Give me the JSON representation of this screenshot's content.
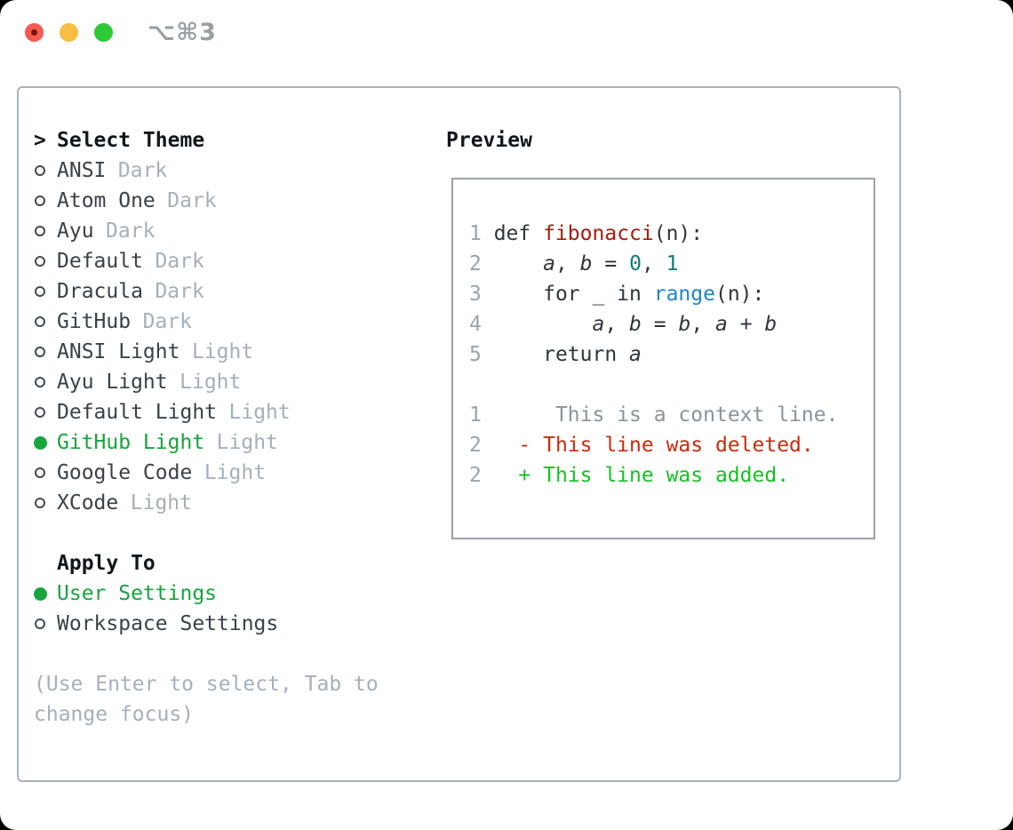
{
  "window": {
    "title_shortcut": "⌥⌘3",
    "traffic_lights": [
      "close",
      "minimize",
      "zoom"
    ]
  },
  "theme_selector": {
    "header_marker": ">",
    "header": "Select Theme",
    "items": [
      {
        "name": "ANSI",
        "tag": "Dark",
        "selected": false
      },
      {
        "name": "Atom One",
        "tag": "Dark",
        "selected": false
      },
      {
        "name": "Ayu",
        "tag": "Dark",
        "selected": false
      },
      {
        "name": "Default",
        "tag": "Dark",
        "selected": false
      },
      {
        "name": "Dracula",
        "tag": "Dark",
        "selected": false
      },
      {
        "name": "GitHub",
        "tag": "Dark",
        "selected": false
      },
      {
        "name": "ANSI Light",
        "tag": "Light",
        "selected": false
      },
      {
        "name": "Ayu Light",
        "tag": "Light",
        "selected": false
      },
      {
        "name": "Default Light",
        "tag": "Light",
        "selected": false
      },
      {
        "name": "GitHub Light",
        "tag": "Light",
        "selected": true
      },
      {
        "name": "Google Code",
        "tag": "Light",
        "selected": false
      },
      {
        "name": "XCode",
        "tag": "Light",
        "selected": false
      }
    ]
  },
  "apply_to": {
    "header": "Apply To",
    "options": [
      {
        "label": "User Settings",
        "selected": true
      },
      {
        "label": "Workspace Settings",
        "selected": false
      }
    ]
  },
  "hint_lines": [
    "(Use Enter to select, Tab to",
    "change focus)"
  ],
  "preview": {
    "header": "Preview",
    "lines": [
      {
        "tokens": [
          {
            "t": "1",
            "c": "ln"
          },
          {
            "t": " def ",
            "c": "fg"
          },
          {
            "t": "fibonacci",
            "c": "func"
          },
          {
            "t": "(n):",
            "c": "fg"
          }
        ]
      },
      {
        "tokens": [
          {
            "t": "2",
            "c": "ln"
          },
          {
            "t": "     ",
            "c": "fg"
          },
          {
            "t": "a",
            "c": "var"
          },
          {
            "t": ", ",
            "c": "fg"
          },
          {
            "t": "b",
            "c": "var"
          },
          {
            "t": " = ",
            "c": "fg"
          },
          {
            "t": "0",
            "c": "num"
          },
          {
            "t": ", ",
            "c": "fg"
          },
          {
            "t": "1",
            "c": "num"
          }
        ]
      },
      {
        "tokens": [
          {
            "t": "3",
            "c": "ln"
          },
          {
            "t": "     for _ in ",
            "c": "fg"
          },
          {
            "t": "range",
            "c": "builtin"
          },
          {
            "t": "(n):",
            "c": "fg"
          }
        ]
      },
      {
        "tokens": [
          {
            "t": "4",
            "c": "ln"
          },
          {
            "t": "         ",
            "c": "fg"
          },
          {
            "t": "a",
            "c": "var"
          },
          {
            "t": ", ",
            "c": "fg"
          },
          {
            "t": "b",
            "c": "var"
          },
          {
            "t": " = ",
            "c": "fg"
          },
          {
            "t": "b",
            "c": "var"
          },
          {
            "t": ", ",
            "c": "fg"
          },
          {
            "t": "a",
            "c": "var"
          },
          {
            "t": " + ",
            "c": "fg"
          },
          {
            "t": "b",
            "c": "var"
          }
        ]
      },
      {
        "tokens": [
          {
            "t": "5",
            "c": "ln"
          },
          {
            "t": "     return ",
            "c": "fg"
          },
          {
            "t": "a",
            "c": "var"
          }
        ]
      },
      {
        "tokens": []
      },
      {
        "tokens": [
          {
            "t": "1",
            "c": "ln"
          },
          {
            "t": "      ",
            "c": "fg"
          },
          {
            "t": "This is a context line.",
            "c": "ctx"
          }
        ]
      },
      {
        "tokens": [
          {
            "t": "2",
            "c": "ln"
          },
          {
            "t": "   ",
            "c": "fg"
          },
          {
            "t": "- This line was deleted.",
            "c": "del"
          }
        ]
      },
      {
        "tokens": [
          {
            "t": "2",
            "c": "ln"
          },
          {
            "t": "   ",
            "c": "fg"
          },
          {
            "t": "+ This line was added.",
            "c": "add"
          }
        ]
      }
    ]
  },
  "colors": {
    "green": "#17a53c",
    "tagGray": "#a6b0bb",
    "itemFg": "#3a4148",
    "heading": "#12171c",
    "hintGray": "#a6b0bb",
    "panelBorder": "#a9b2bc",
    "previewBorder": "#98a2ac",
    "ln": "#9aa4ae",
    "codeFg": "#2e353c",
    "funcRed": "#a81b0c",
    "numTeal": "#0e7d78",
    "builtinBlue": "#1a86c8",
    "ctxGray": "#8b949c",
    "delRed": "#ce2a0d",
    "addGreen": "#14c41e",
    "titleGray": "#9aa0a6",
    "tlRed": "#f45952",
    "tlRedDot": "#7a150c",
    "tlYellow": "#f9bd41",
    "tlGreen": "#2fc937"
  }
}
